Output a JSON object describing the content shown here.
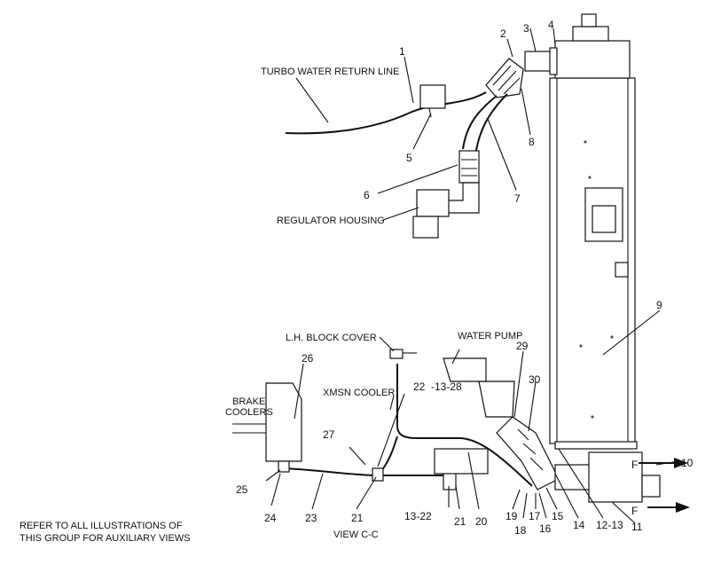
{
  "labels": {
    "turbo_return": "TURBO WATER RETURN LINE",
    "regulator_housing": "REGULATOR HOUSING",
    "lh_block_cover": "L.H. BLOCK COVER",
    "water_pump": "WATER PUMP",
    "xmsn_cooler": "XMSN COOLER",
    "brake_coolers_1": "BRAKE",
    "brake_coolers_2": "COOLERS",
    "view": "VIEW C-C",
    "refer_1": "REFER TO ALL ILLUSTRATIONS OF",
    "refer_2": "THIS GROUP FOR AUXILIARY VIEWS",
    "flow_mark": "F"
  },
  "callouts": {
    "n1": "1",
    "n2": "2",
    "n3": "3",
    "n4": "4",
    "n5": "5",
    "n6": "6",
    "n7": "7",
    "n8": "8",
    "n9": "9",
    "n10": "10",
    "n11": "11",
    "n12_13": "12-13",
    "n13_22": "13-22",
    "n13_28": "-13-28",
    "n14": "14",
    "n15": "15",
    "n16": "16",
    "n17": "17",
    "n18": "18",
    "n19": "19",
    "n20": "20",
    "n21a": "21",
    "n21b": "21",
    "n22": "22",
    "n23": "23",
    "n24": "24",
    "n25": "25",
    "n26": "26",
    "n27": "27",
    "n29": "29",
    "n30": "30"
  }
}
